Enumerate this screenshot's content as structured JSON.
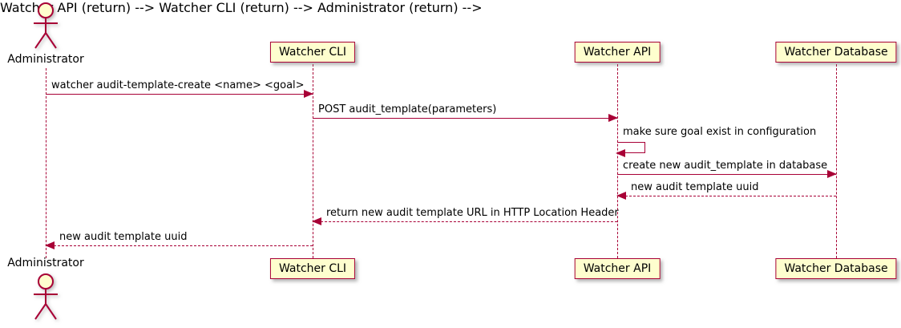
{
  "diagram": {
    "type": "sequence-diagram",
    "participants": [
      {
        "id": "administrator",
        "label": "Administrator",
        "kind": "actor"
      },
      {
        "id": "watcher-cli",
        "label": "Watcher CLI",
        "kind": "participant"
      },
      {
        "id": "watcher-api",
        "label": "Watcher API",
        "kind": "participant"
      },
      {
        "id": "watcher-database",
        "label": "Watcher Database",
        "kind": "participant"
      }
    ],
    "messages": [
      {
        "from": "Administrator",
        "to": "Watcher CLI",
        "label": "watcher audit-template-create <name> <goal>",
        "line": "solid",
        "direction": "right"
      },
      {
        "from": "Watcher CLI",
        "to": "Watcher API",
        "label": "POST audit_template(parameters)",
        "line": "solid",
        "direction": "right"
      },
      {
        "from": "Watcher API",
        "to": "Watcher API",
        "label": "make sure goal exist in configuration",
        "line": "solid",
        "direction": "self"
      },
      {
        "from": "Watcher API",
        "to": "Watcher Database",
        "label": "create new audit_template in database",
        "line": "solid",
        "direction": "right"
      },
      {
        "from": "Watcher Database",
        "to": "Watcher API",
        "label": "new audit template uuid",
        "line": "dashed",
        "direction": "left"
      },
      {
        "from": "Watcher API",
        "to": "Watcher CLI",
        "label": "return new audit template URL in HTTP Location Header",
        "line": "dashed",
        "direction": "left"
      },
      {
        "from": "Watcher CLI",
        "to": "Administrator",
        "label": "new audit template uuid",
        "line": "dashed",
        "direction": "left"
      }
    ]
  },
  "colors": {
    "line": "#A80036",
    "participant_fill": "#FEFECE",
    "participant_border": "#A80036",
    "actor_head_fill": "#FEFECE",
    "text": "#000000",
    "background": "#FFFFFF"
  }
}
